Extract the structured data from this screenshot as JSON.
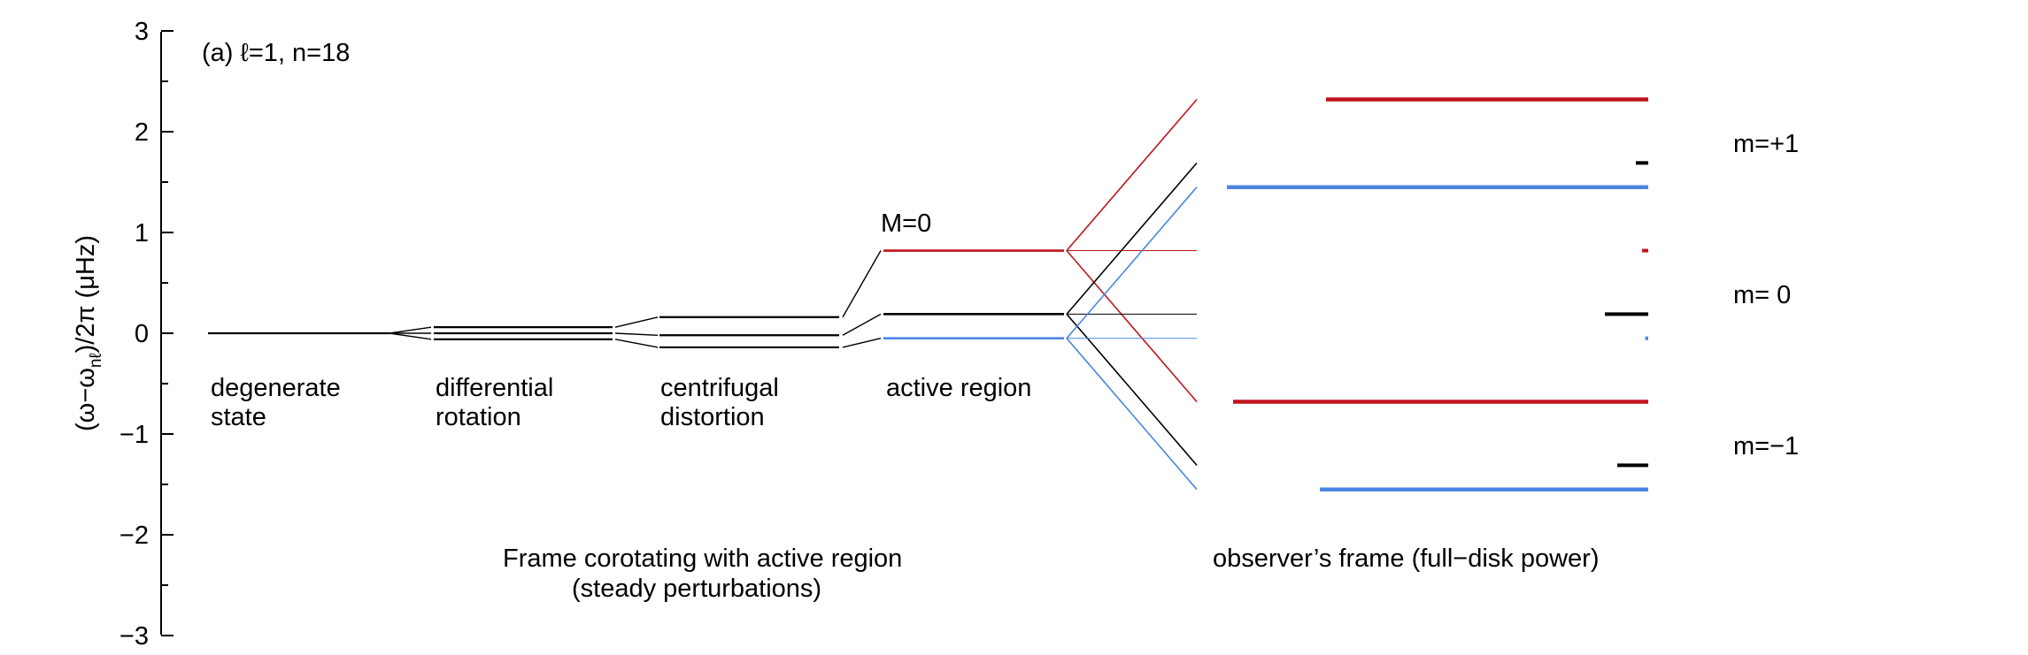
{
  "panel_label": "(a) ℓ=1, n=18",
  "y_axis": {
    "label_main": "(ω−ω",
    "label_sub": "nℓ",
    "label_rest": ")/2π (μHz)",
    "range": [
      -3,
      3
    ],
    "major_ticks": [
      3,
      2,
      1,
      0,
      -1,
      -2,
      -3
    ],
    "major_tick_labels": [
      "3",
      "2",
      "1",
      "0",
      "−1",
      "−2",
      "−3"
    ],
    "minor_step": 0.5
  },
  "stages": [
    {
      "line1": "degenerate",
      "line2": "state"
    },
    {
      "line1": "differential",
      "line2": "rotation"
    },
    {
      "line1": "centrifugal",
      "line2": "distortion"
    },
    {
      "line1": "active region",
      "line2": ""
    }
  ],
  "annotation_M": "M=0",
  "frame_labels": {
    "corotating_line1": "Frame corotating with active region",
    "corotating_line2": "(steady perturbations)",
    "observer": "observer’s frame (full−disk power)"
  },
  "m_labels": [
    "m=+1",
    "m= 0",
    "m=−1"
  ],
  "colors": {
    "red": "#c0141c",
    "blue": "#4a86e0",
    "black": "#000000"
  },
  "levels": {
    "degenerate": 0,
    "differential": [
      0.06,
      0.0,
      -0.06
    ],
    "centrifugal": [
      0.16,
      -0.02,
      -0.14
    ],
    "active_region": [
      {
        "color": "red",
        "value": 0.82
      },
      {
        "color": "black",
        "value": 0.19
      },
      {
        "color": "blue",
        "value": -0.05
      }
    ],
    "split_endpoints": [
      {
        "color": "red",
        "from": 0.82,
        "to_up": 2.32,
        "to_down": -0.68
      },
      {
        "color": "black",
        "from": 0.19,
        "to_up": 1.69,
        "to_down": -1.31
      },
      {
        "color": "blue",
        "from": -0.05,
        "to_up": 1.45,
        "to_down": -1.55
      }
    ]
  },
  "observer_frame_bars": [
    {
      "color": "red",
      "value": 2.32,
      "strength": 0.52
    },
    {
      "color": "black",
      "value": 1.69,
      "strength": 0.02
    },
    {
      "color": "blue",
      "value": 1.45,
      "strength": 0.68
    },
    {
      "color": "red",
      "value": 0.82,
      "strength": 0.01
    },
    {
      "color": "black",
      "value": 0.19,
      "strength": 0.07
    },
    {
      "color": "blue",
      "value": -0.05,
      "strength": 0.005
    },
    {
      "color": "red",
      "value": -0.68,
      "strength": 0.67
    },
    {
      "color": "black",
      "value": -1.31,
      "strength": 0.05
    },
    {
      "color": "blue",
      "value": -1.55,
      "strength": 0.53
    }
  ]
}
